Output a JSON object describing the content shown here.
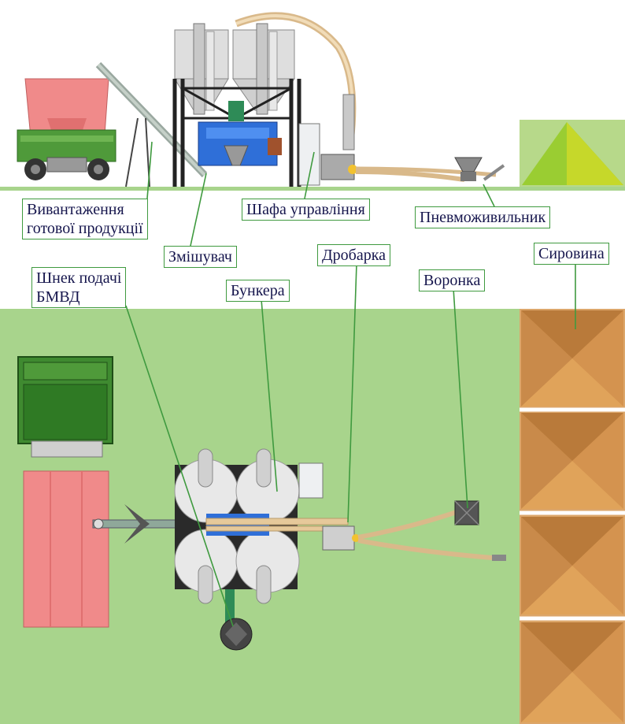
{
  "labels": {
    "unloading": [
      "Вивантаження",
      "готової продукції"
    ],
    "control_cabinet": "Шафа управління",
    "pneumo_feeder": "Пневможивильник",
    "mixer": "Змішувач",
    "crusher": "Дробарка",
    "raw_material": "Сировина",
    "auger": [
      "Шнек подачі",
      "БМВД"
    ],
    "hopper": "Воронка",
    "bunkers": "Бункера"
  },
  "colors": {
    "ground": "#a8d48c",
    "truck_body": "#f08080",
    "truck_cab": "#3f8a30",
    "mixer_blue": "#2f6fd8",
    "raw_pile": "#c98a4a",
    "raw_pile_side": "#9acd32",
    "pipe": "#e6c99a",
    "frame": "#2a2a2a",
    "silo": "#dcdcdc",
    "leader": "#3f9a3f",
    "label_text": "#16164d"
  }
}
